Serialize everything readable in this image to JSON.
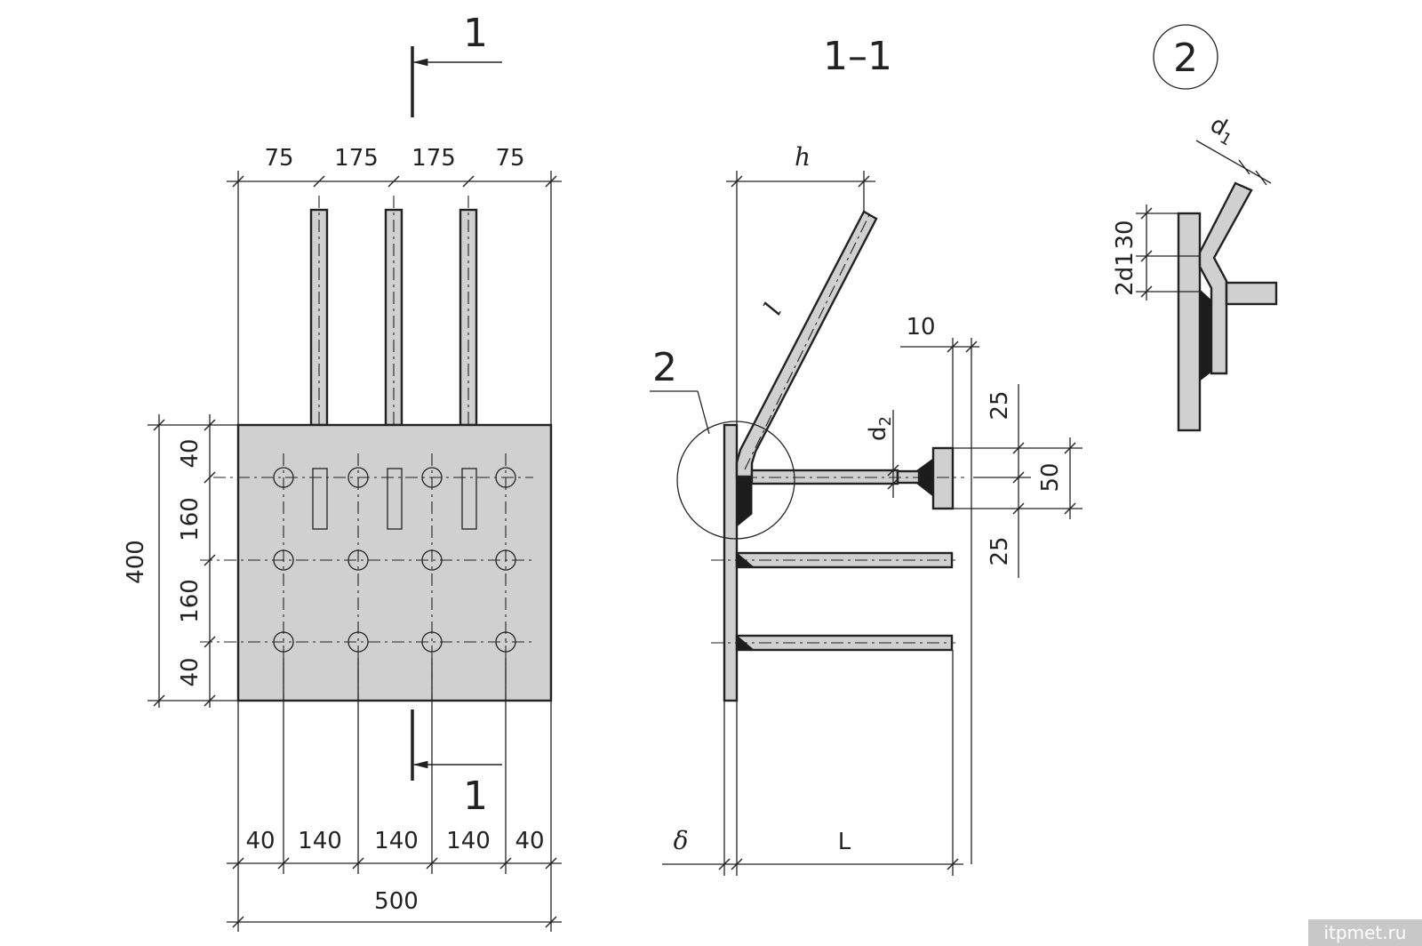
{
  "watermark": "itpmet.ru",
  "plan": {
    "section_mark_top": "1",
    "section_mark_bottom": "1",
    "dims_top": [
      "75",
      "175",
      "175",
      "75"
    ],
    "dims_left": [
      "40",
      "160",
      "160",
      "40"
    ],
    "dim_height": "400",
    "dims_bottom": [
      "40",
      "140",
      "140",
      "140",
      "40"
    ],
    "dim_width": "500"
  },
  "section": {
    "title": "1–1",
    "callout": "2",
    "h": "h",
    "l": "l",
    "d2": "d2",
    "dim_10": "10",
    "dim_25_top": "25",
    "dim_50": "50",
    "dim_25_bottom": "25",
    "delta": "δ",
    "L": "L"
  },
  "detail": {
    "title": "2",
    "d1": "d1",
    "dim_30": "30",
    "dim_2d1": "2d1"
  }
}
